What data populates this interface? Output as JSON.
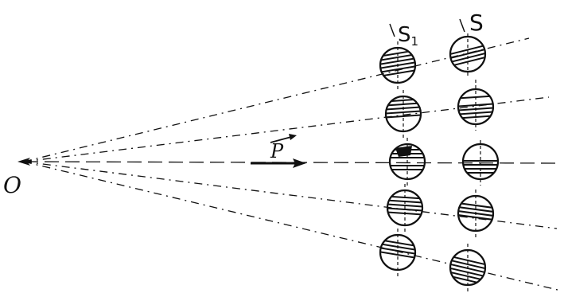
{
  "labels": {
    "origin": "O",
    "vector": "P",
    "column_inner": "S",
    "column_inner_sub": "1",
    "column_outer": "S"
  },
  "colors": {
    "ink": "#111111",
    "background": "#ffffff"
  },
  "column_inner": {
    "sphere_count": 5
  },
  "column_outer": {
    "sphere_count": 5
  },
  "rays": {
    "count": 5,
    "style": "dashed"
  }
}
